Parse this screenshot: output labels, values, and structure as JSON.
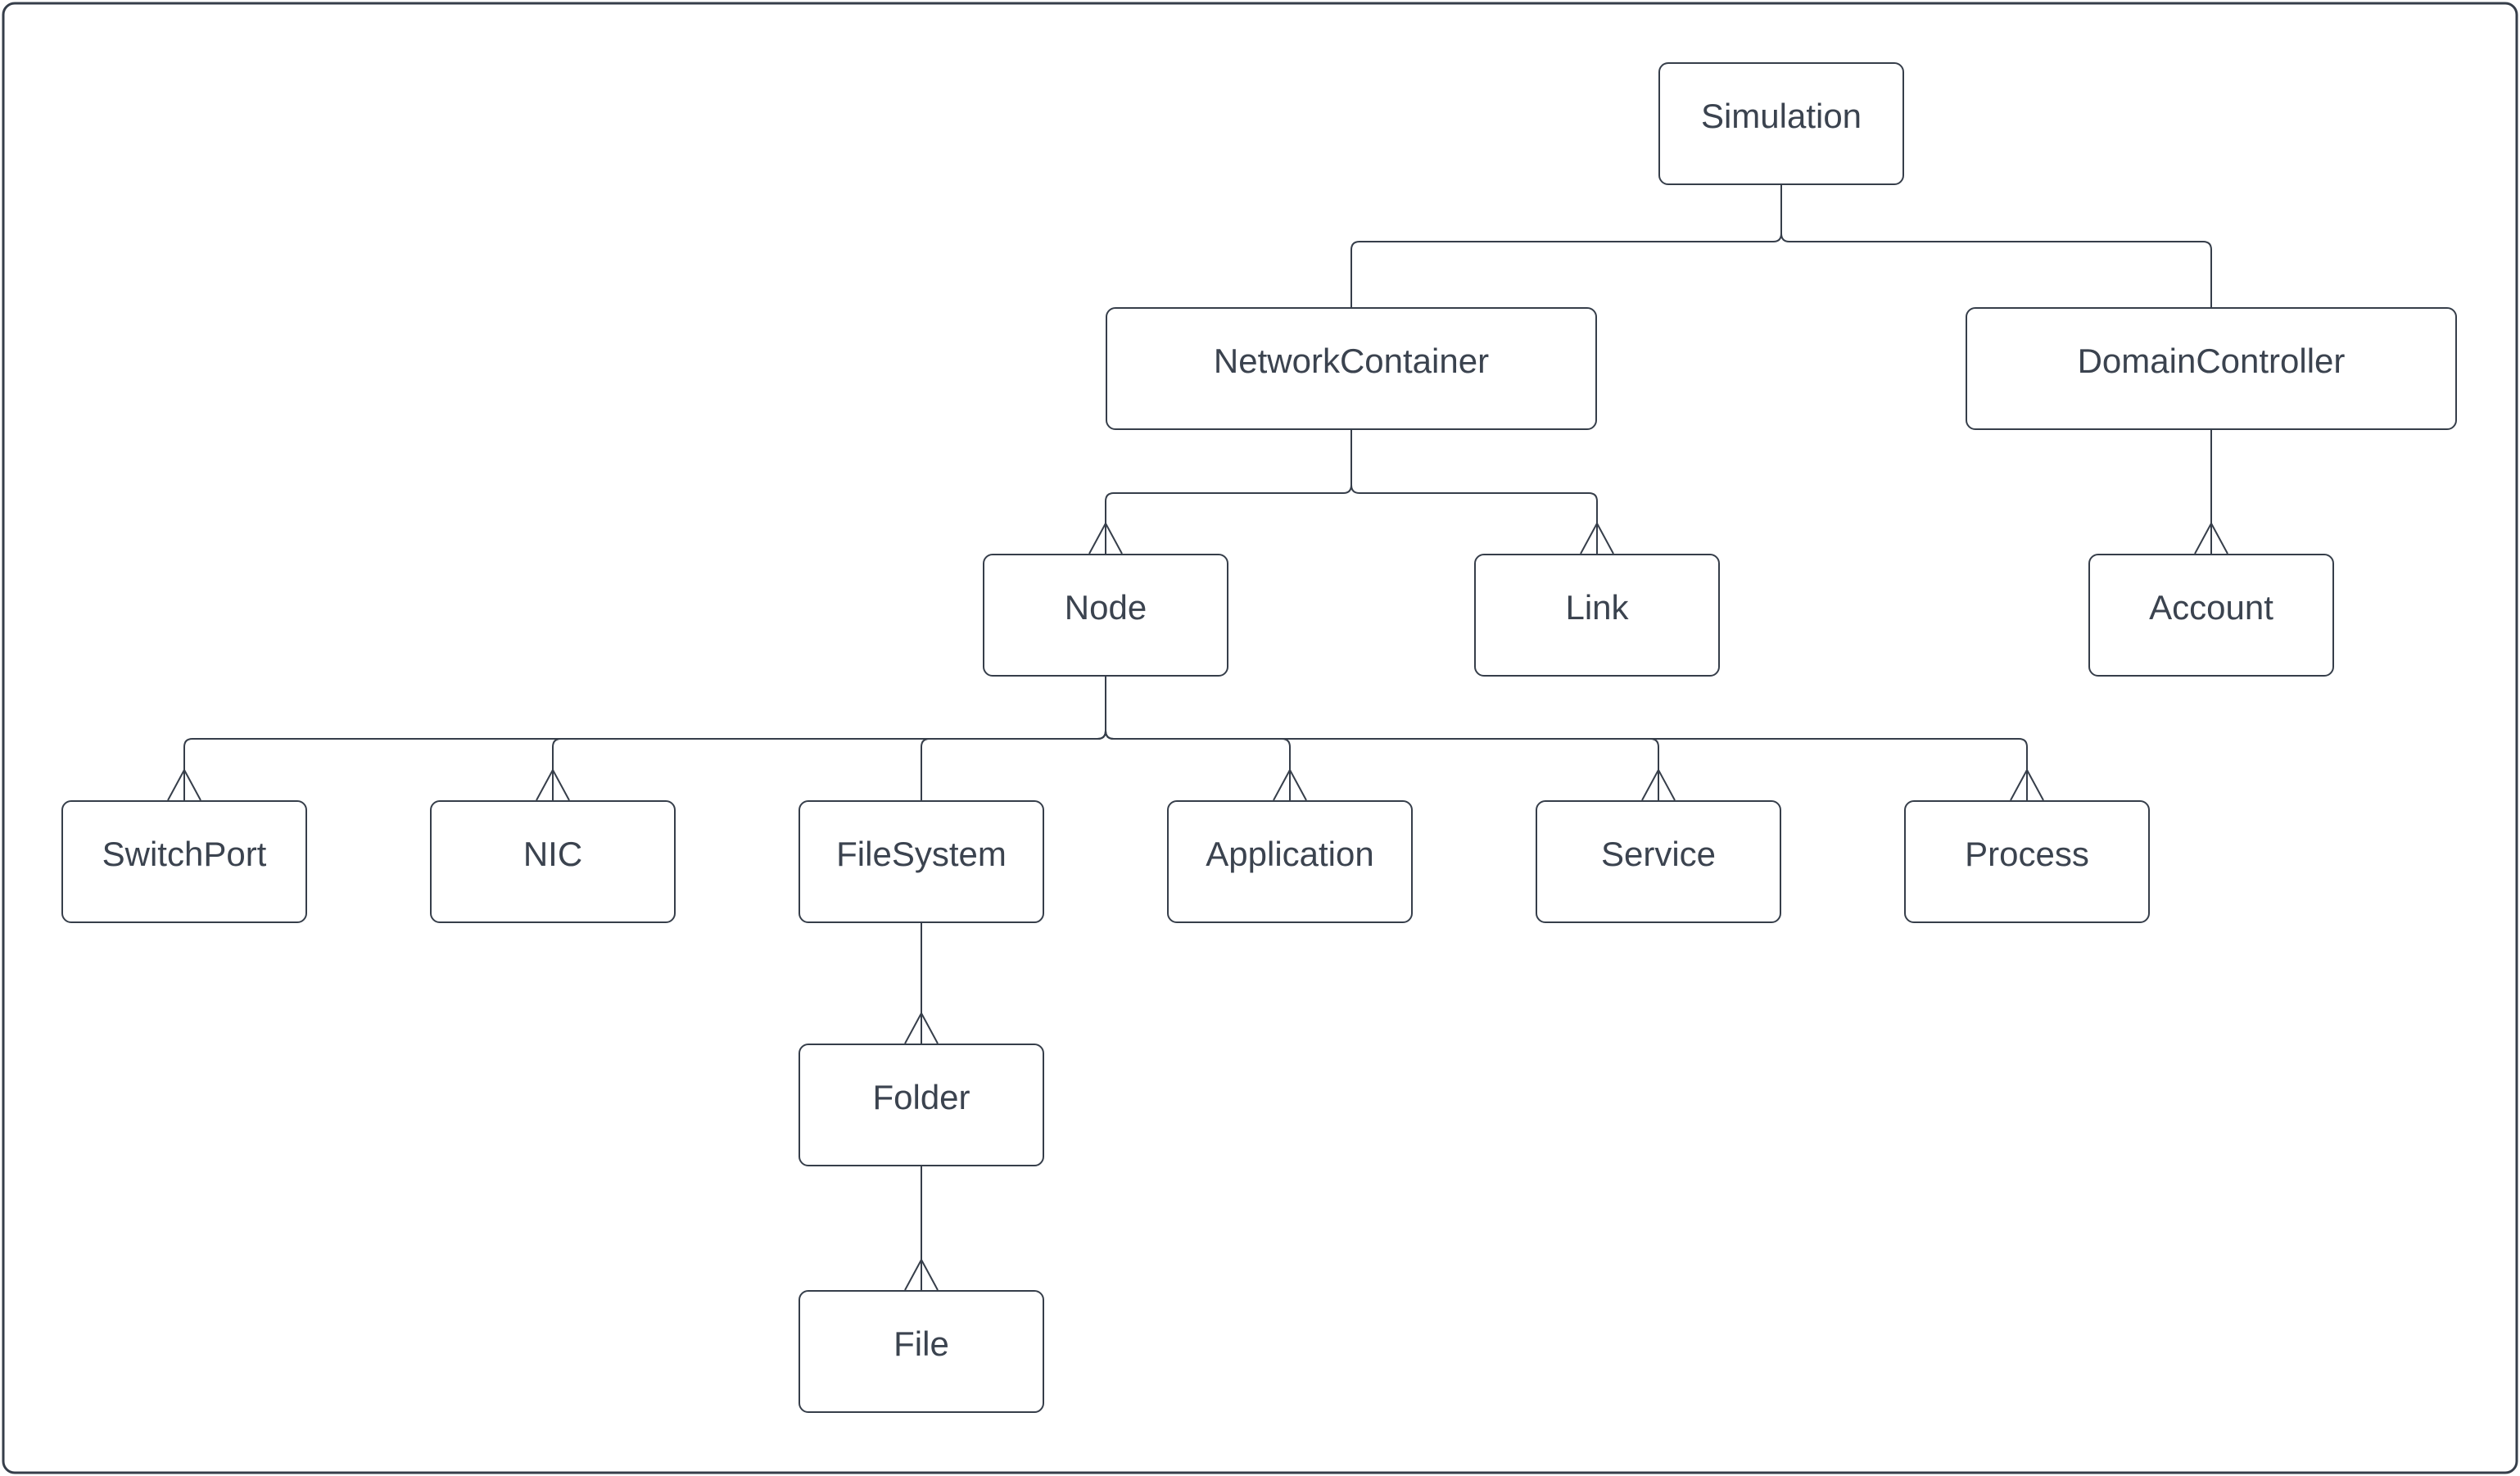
{
  "diagram": {
    "nodes": [
      {
        "id": "simulation",
        "label": "Simulation"
      },
      {
        "id": "network-container",
        "label": "NetworkContainer"
      },
      {
        "id": "domain-controller",
        "label": "DomainController"
      },
      {
        "id": "node",
        "label": "Node"
      },
      {
        "id": "link",
        "label": "Link"
      },
      {
        "id": "account",
        "label": "Account"
      },
      {
        "id": "switch-port",
        "label": "SwitchPort"
      },
      {
        "id": "nic",
        "label": "NIC"
      },
      {
        "id": "file-system",
        "label": "FileSystem"
      },
      {
        "id": "application",
        "label": "Application"
      },
      {
        "id": "service",
        "label": "Service"
      },
      {
        "id": "process",
        "label": "Process"
      },
      {
        "id": "folder",
        "label": "Folder"
      },
      {
        "id": "file",
        "label": "File"
      }
    ],
    "edges": [
      {
        "from": "simulation",
        "to": "network-container",
        "marker": "none"
      },
      {
        "from": "simulation",
        "to": "domain-controller",
        "marker": "none"
      },
      {
        "from": "network-container",
        "to": "node",
        "marker": "crow-foot"
      },
      {
        "from": "network-container",
        "to": "link",
        "marker": "crow-foot"
      },
      {
        "from": "domain-controller",
        "to": "account",
        "marker": "crow-foot"
      },
      {
        "from": "node",
        "to": "switch-port",
        "marker": "crow-foot"
      },
      {
        "from": "node",
        "to": "nic",
        "marker": "crow-foot"
      },
      {
        "from": "node",
        "to": "file-system",
        "marker": "none"
      },
      {
        "from": "node",
        "to": "application",
        "marker": "crow-foot"
      },
      {
        "from": "node",
        "to": "service",
        "marker": "crow-foot"
      },
      {
        "from": "node",
        "to": "process",
        "marker": "crow-foot"
      },
      {
        "from": "file-system",
        "to": "folder",
        "marker": "crow-foot"
      },
      {
        "from": "folder",
        "to": "file",
        "marker": "crow-foot"
      }
    ],
    "colors": {
      "stroke": "#363e4a",
      "text": "#3b434f",
      "background": "#ffffff"
    }
  }
}
